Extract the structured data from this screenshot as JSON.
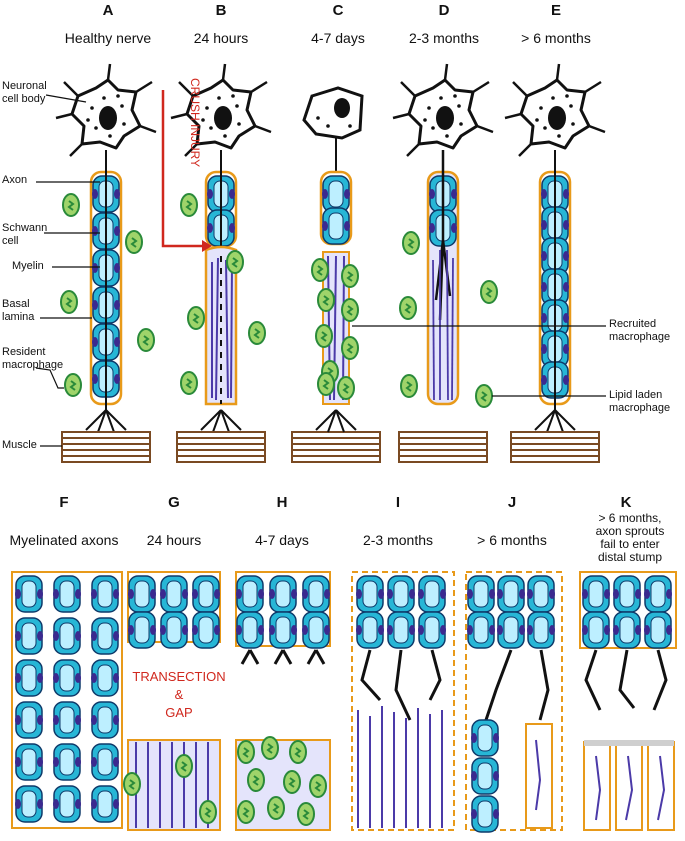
{
  "top_panels": [
    {
      "letter": "A",
      "title": "Healthy nerve"
    },
    {
      "letter": "B",
      "title": "24 hours"
    },
    {
      "letter": "C",
      "title": "4-7 days"
    },
    {
      "letter": "D",
      "title": "2-3 months"
    },
    {
      "letter": "E",
      "title": "> 6 months"
    }
  ],
  "bottom_panels": [
    {
      "letter": "F",
      "title": "Myelinated axons"
    },
    {
      "letter": "G",
      "title": "24 hours"
    },
    {
      "letter": "H",
      "title": "4-7 days"
    },
    {
      "letter": "I",
      "title": "2-3 months"
    },
    {
      "letter": "J",
      "title": "> 6 months"
    },
    {
      "letter": "K",
      "title": "> 6 months,\naxon sprouts\nfail to enter\ndistal stump"
    }
  ],
  "left_labels": {
    "cell_body": "Neuronal\ncell body",
    "axon": "Axon",
    "schwann": "Schwann\ncell",
    "myelin": "Myelin",
    "basal": "Basal\nlamina",
    "resident": "Resident\nmacrophage",
    "muscle": "Muscle"
  },
  "right_labels": {
    "recruited": "Recruited\nmacrophage",
    "lipid": "Lipid laden\nmacrophage"
  },
  "injury_label": "CRUSH INJURY",
  "transection_label": "TRANSECTION\n&\nGAP",
  "colors": {
    "axon": "#1a1a1a",
    "myelin": "#27b6d6",
    "schwann_nucleus": "#3b2a8f",
    "basal_lamina": "#e89a1a",
    "macrophage": "#9fd46a",
    "macrophage_border": "#2a8a3a",
    "muscle": "#7a4a22",
    "degenerating": "#4b3aa8",
    "arrow_red": "#d0281e"
  }
}
